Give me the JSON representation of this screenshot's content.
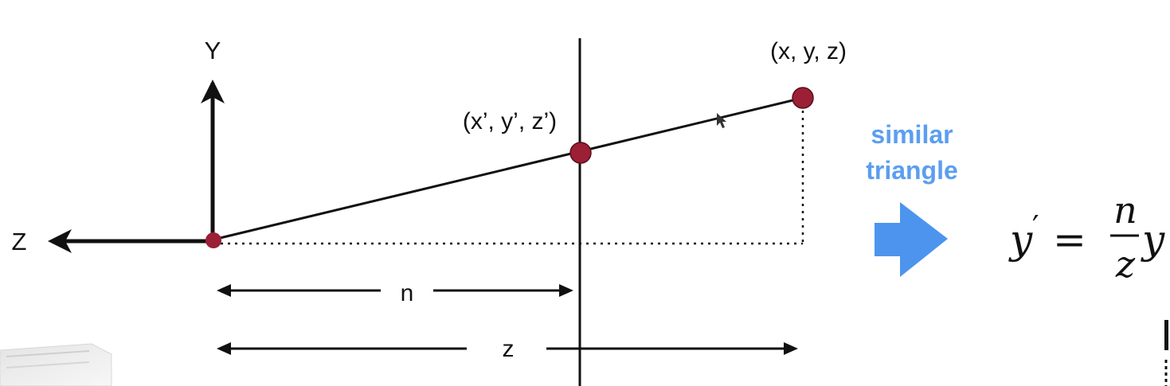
{
  "diagram": {
    "axes": {
      "y_label": "Y",
      "z_label": "Z"
    },
    "points": {
      "far_point": "(x, y, z)",
      "near_point": "(x’, y’, z’)"
    },
    "dimensions": {
      "near_distance": "n",
      "far_distance": "z"
    },
    "callout": {
      "line1": "similar",
      "line2": "triangle",
      "color": "#5b9ef0"
    },
    "formula": {
      "lhs_var": "y",
      "prime": "′",
      "equals": "=",
      "numerator": "n",
      "denominator": "z",
      "rhs_var": "y"
    },
    "colors": {
      "point": "#9b1f35",
      "line": "#111111"
    }
  }
}
